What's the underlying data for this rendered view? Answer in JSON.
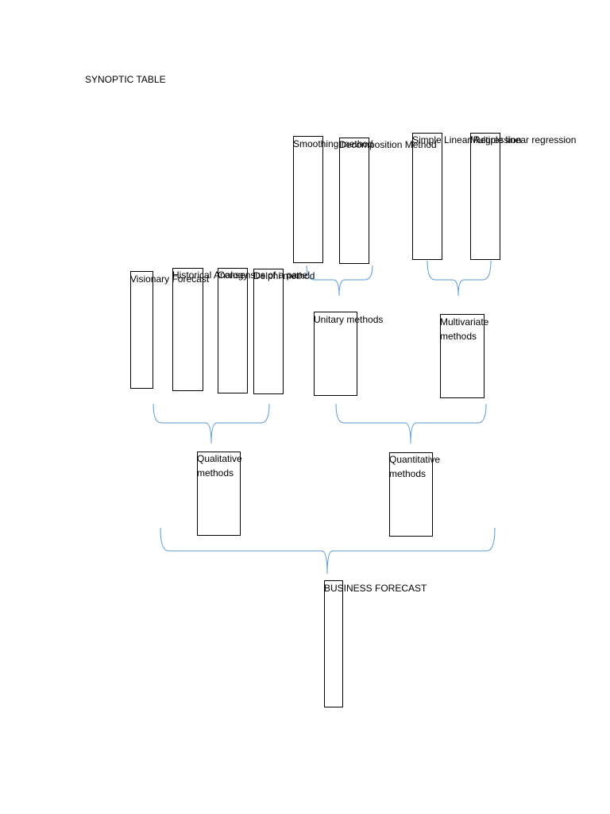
{
  "title": "SYNOPTIC TABLE",
  "nodes": {
    "smoothing": "Smoothing method",
    "decomposition": "Decomposition Method",
    "simple_linear": "Simple Linear Regression",
    "multiple_linear": "Multiple linear regression",
    "visionary": "Visionary Forecast",
    "historical": "Historical Analogy",
    "consensus": "Consensus of a panel",
    "delphi": "Delphi method",
    "unitary": "Unitary methods",
    "multivariate": "Multivariate methods",
    "qualitative": "Qualitative methods",
    "quantitative": "Quantitative methods",
    "business": "BUSINESS FORECAST"
  },
  "colors": {
    "brace": "#5b9bd5",
    "box_border": "#000000"
  }
}
